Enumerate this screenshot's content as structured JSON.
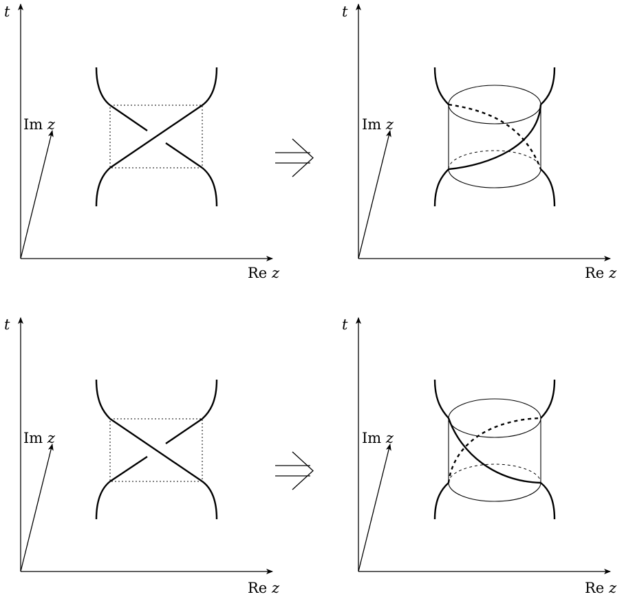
{
  "axes": {
    "t": "t",
    "im": "Im",
    "re": "Re",
    "z": "z"
  },
  "implies_symbol": "⇒",
  "panels": [
    {
      "id": "top-left",
      "kind": "braid-crossing",
      "over_strand": "lower-left to upper-right"
    },
    {
      "id": "top-right",
      "kind": "cylinder-tube",
      "front_strand": "lower-left to upper-right"
    },
    {
      "id": "bottom-left",
      "kind": "braid-crossing",
      "over_strand": "upper-left to lower-right"
    },
    {
      "id": "bottom-right",
      "kind": "cylinder-tube",
      "front_strand": "upper-left to lower-right"
    }
  ]
}
